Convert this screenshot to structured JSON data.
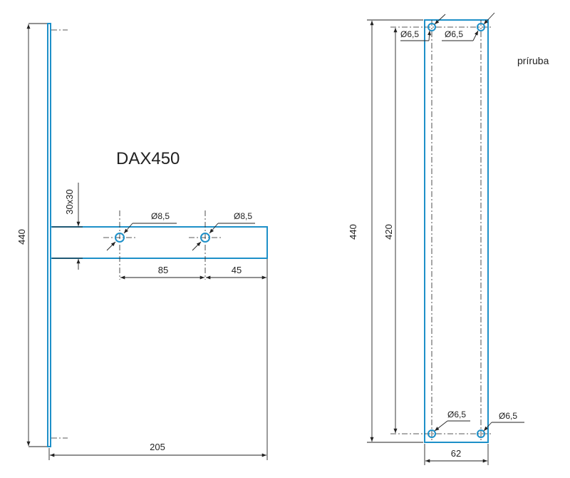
{
  "title": "DAX450",
  "flange_label": "príruba",
  "left_view": {
    "height": "440",
    "width": "205",
    "section": "30x30",
    "hole_left": "Ø8,5",
    "hole_right": "Ø8,5",
    "spacing": "85",
    "edge_offset": "45"
  },
  "right_view": {
    "height": "440",
    "hole_spacing_vertical": "420",
    "width": "62",
    "hole_top_left": "Ø6,5",
    "hole_top_right": "Ø6,5",
    "hole_bottom_left": "Ø6,5",
    "hole_bottom_right": "Ø6,5"
  },
  "colors": {
    "part_outline": "#1e90c8",
    "dimension": "#222222"
  }
}
